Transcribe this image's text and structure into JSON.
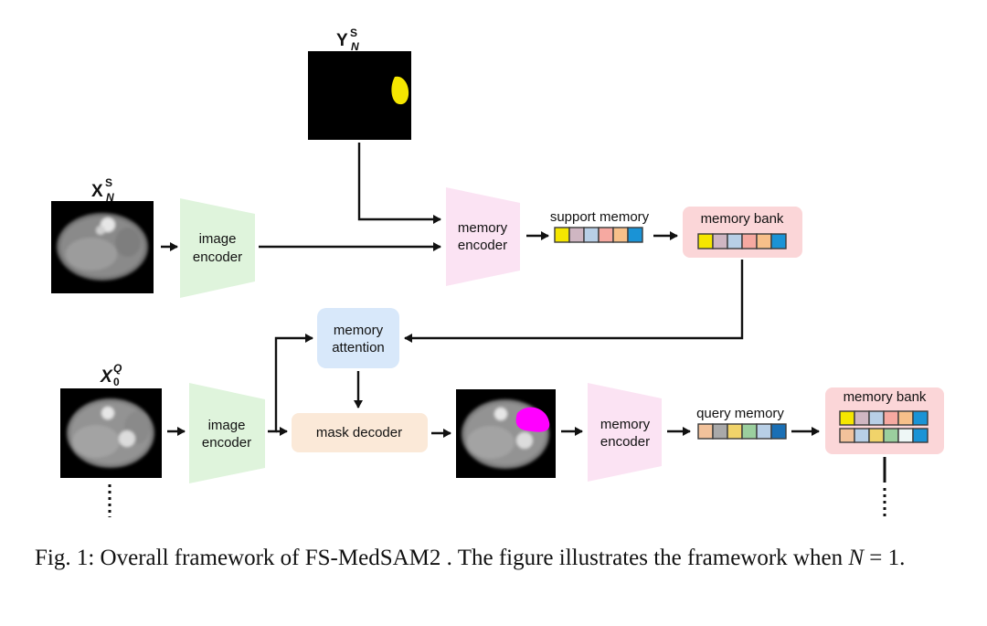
{
  "labels": {
    "support_mask": "Y",
    "support_mask_sup": "S",
    "support_mask_sub": "N",
    "support_image": "X",
    "support_image_sup": "S",
    "support_image_sub": "N",
    "query_image": "X",
    "query_image_sup": "Q",
    "query_image_sub": "0",
    "image_encoder_top_1": "image",
    "image_encoder_top_2": "encoder",
    "memory_encoder_top_1": "memory",
    "memory_encoder_top_2": "encoder",
    "support_memory": "support memory",
    "memory_bank_top": "memory bank",
    "memory_attention_1": "memory",
    "memory_attention_2": "attention",
    "image_encoder_bottom_1": "image",
    "image_encoder_bottom_2": "encoder",
    "mask_decoder": "mask decoder",
    "memory_encoder_bottom_1": "memory",
    "memory_encoder_bottom_2": "encoder",
    "query_memory": "query memory",
    "memory_bank_bottom": "memory bank"
  },
  "colors": {
    "encoder_green": "#dff4dc",
    "memory_encoder_pink": "#fbe3f3",
    "memory_bank_bg": "#fbd6d8",
    "memory_attention_bg": "#d8e8fa",
    "mask_decoder_bg": "#fbe9d8",
    "mask_yellow": "#f5e600",
    "mask_magenta": "#ff00ff",
    "support_memory_cells": [
      "#f5e600",
      "#cfb6c2",
      "#b8cfe6",
      "#f6a9a1",
      "#f7c08a",
      "#1a93d6"
    ],
    "query_memory_cells": [
      "#f2c29b",
      "#a9a9a9",
      "#f0d36a",
      "#9bcf9e",
      "#b8cfe6",
      "#1a6fb5"
    ],
    "memory_bank_row_2": [
      "#f2c29b",
      "#b8cfe6",
      "#f0d36a",
      "#9bcf9e",
      "#eef7f6",
      "#1a93d6"
    ]
  },
  "caption": {
    "prefix": "Fig. 1: Overall framework of FS-MedSAM2 . The figure illustrates the framework when ",
    "var": "N",
    "suffix": " = 1."
  }
}
